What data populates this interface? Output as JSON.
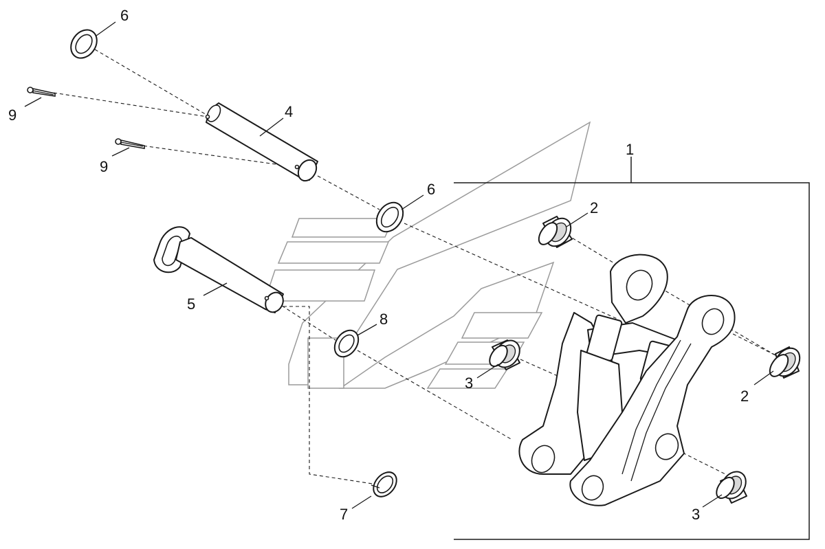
{
  "callouts": {
    "c1": "1",
    "c2a": "2",
    "c2b": "2",
    "c3a": "3",
    "c3b": "3",
    "c4": "4",
    "c5": "5",
    "c6a": "6",
    "c6b": "6",
    "c7": "7",
    "c8": "8",
    "c9a": "9",
    "c9b": "9"
  }
}
